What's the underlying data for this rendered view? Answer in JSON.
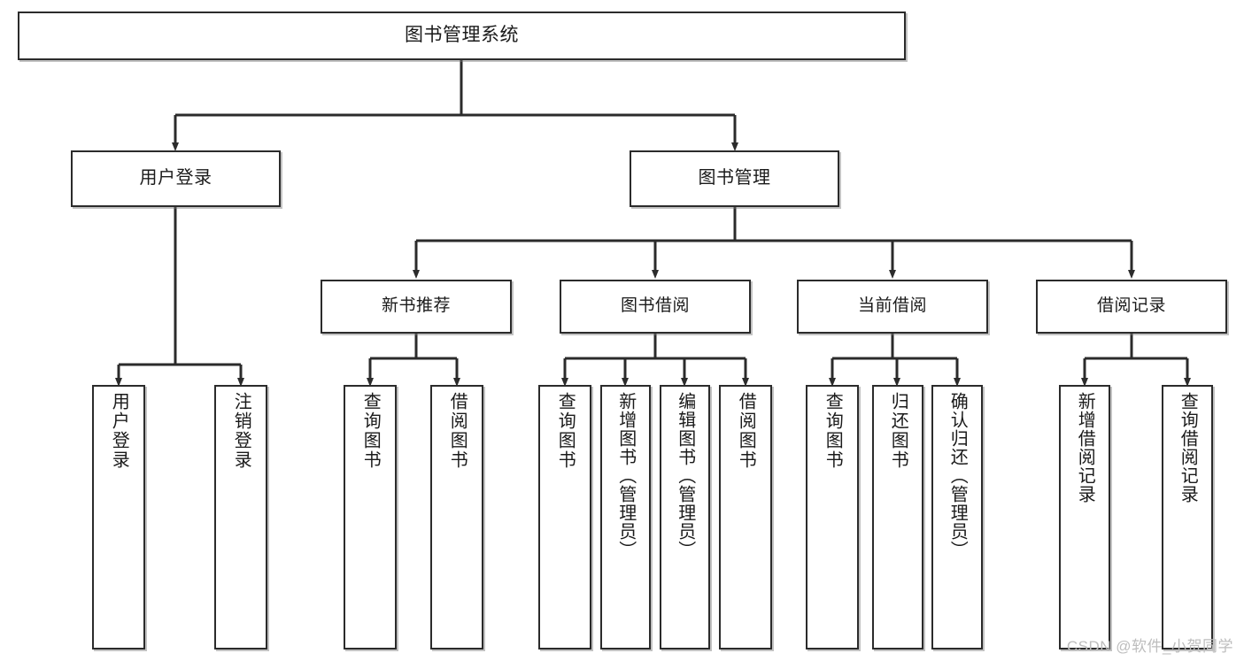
{
  "diagram": {
    "title": "图书管理系统",
    "watermark": "CSDN @软件_小贺同学",
    "accent_color": "#2b2b2b",
    "background_color": "#ffffff",
    "levels": {
      "root": {
        "label": "图书管理系统"
      },
      "level2": [
        {
          "label": "用户登录"
        },
        {
          "label": "图书管理"
        }
      ],
      "level3": [
        {
          "label": "新书推荐"
        },
        {
          "label": "图书借阅"
        },
        {
          "label": "当前借阅"
        },
        {
          "label": "借阅记录"
        }
      ],
      "leaves": [
        {
          "label": "用户登录",
          "parent": "用户登录"
        },
        {
          "label": "注销登录",
          "parent": "用户登录"
        },
        {
          "label": "查询图书",
          "parent": "新书推荐"
        },
        {
          "label": "借阅图书",
          "parent": "新书推荐"
        },
        {
          "label": "查询图书",
          "parent": "图书借阅"
        },
        {
          "label": "新增图书（管理员）",
          "parent": "图书借阅"
        },
        {
          "label": "编辑图书（管理员）",
          "parent": "图书借阅"
        },
        {
          "label": "借阅图书",
          "parent": "图书借阅"
        },
        {
          "label": "查询图书",
          "parent": "当前借阅"
        },
        {
          "label": "归还图书",
          "parent": "当前借阅"
        },
        {
          "label": "确认归还（管理员）",
          "parent": "当前借阅"
        },
        {
          "label": "新增借阅记录",
          "parent": "借阅记录"
        },
        {
          "label": "查询借阅记录",
          "parent": "借阅记录"
        }
      ]
    }
  }
}
